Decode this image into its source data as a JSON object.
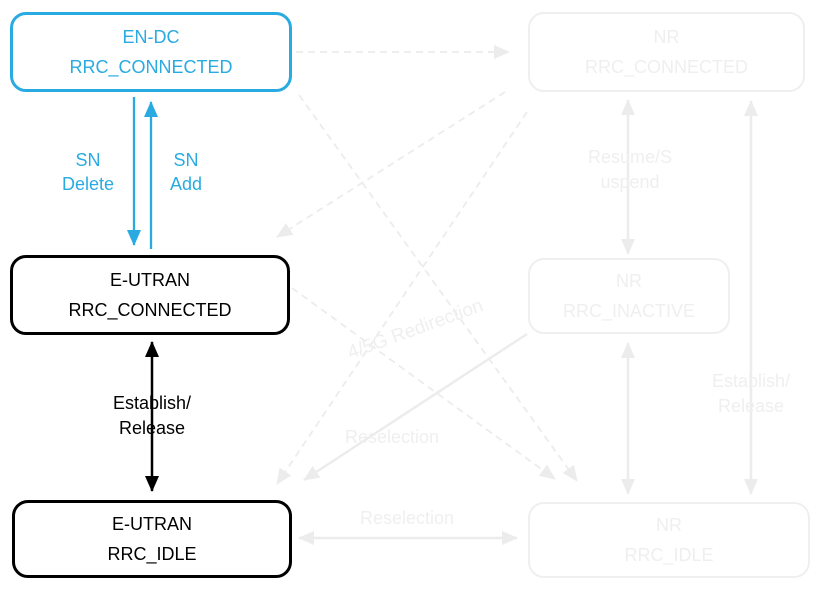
{
  "diagram": {
    "states": {
      "endc_connected": {
        "line1": "EN-DC",
        "line2": "RRC_CONNECTED"
      },
      "nr_connected": {
        "line1": "NR",
        "line2": "RRC_CONNECTED"
      },
      "eutran_connected": {
        "line1": "E-UTRAN",
        "line2": "RRC_CONNECTED"
      },
      "nr_inactive": {
        "line1": "NR",
        "line2": "RRC_INACTIVE"
      },
      "eutran_idle": {
        "line1": "E-UTRAN",
        "line2": "RRC_IDLE"
      },
      "nr_idle": {
        "line1": "NR",
        "line2": "RRC_IDLE"
      }
    },
    "transitions": {
      "sn_delete": "SN\nDelete",
      "sn_add": "SN\nAdd",
      "establish_release_lte": "Establish/\nRelease",
      "resume_suspend": "Resume/S\nuspend",
      "establish_release_nr": "Establish/\nRelease",
      "redirection": "4/5G Redirection",
      "reselection_diagonal": "Reselection",
      "reselection_idle": "Reselection"
    },
    "colors": {
      "active_blue": "#29ABE2",
      "active_black": "#000000",
      "faded_gray": "#EFEFEF"
    }
  }
}
